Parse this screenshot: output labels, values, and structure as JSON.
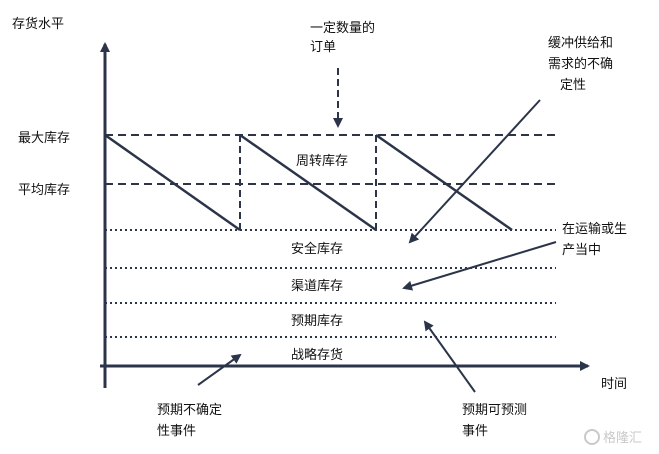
{
  "y_axis_label": "存货水平",
  "x_axis_label": "时间",
  "levels": {
    "max": "最大库存",
    "avg": "平均库存"
  },
  "bands": {
    "cycle": "周转库存",
    "safety": "安全库存",
    "pipeline": "渠道库存",
    "anticipation": "预期库存",
    "strategic": "战略存货"
  },
  "annotations": {
    "fixed_order": [
      "一定数量的",
      "订单"
    ],
    "buffer": [
      "缓冲供给和",
      "需求的不确",
      "定性"
    ],
    "in_transit": [
      "在运输或生",
      "产当中"
    ],
    "unpredictable": [
      "预期不确定",
      "性事件"
    ],
    "predictable": [
      "预期可预测",
      "事件"
    ]
  },
  "watermark": "格隆汇",
  "colors": {
    "line": "#2b3448",
    "text": "#111111"
  }
}
